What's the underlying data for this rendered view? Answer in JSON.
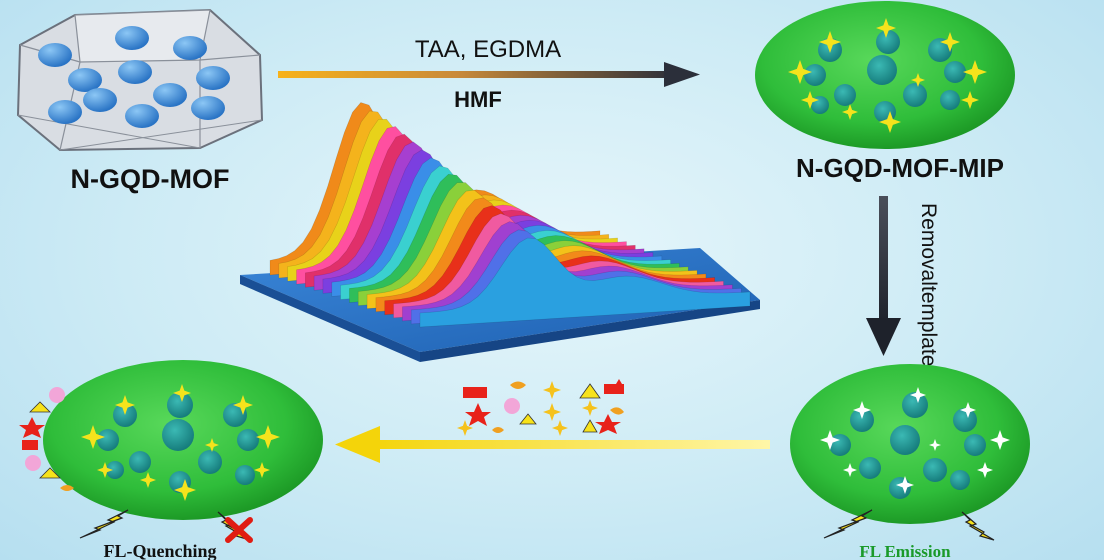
{
  "labels": {
    "mof": "N-GQD-MOF",
    "mip": "N-GQD-MOF-MIP",
    "reagents_top": "TAA, EGDMA",
    "reagents_bottom": "HMF",
    "removal": "Removaltemplate",
    "quenching": "FL-Quenching",
    "emission": "FL Emission"
  },
  "colors": {
    "background": "#cdebf5",
    "sphere_green": "#2fbd3a",
    "dot_teal": "#1f9a9a",
    "mof_dot_blue": "#3b8fd8",
    "emission_text": "#1a9a2a",
    "arrow_dark": "#2b2f3a",
    "arrow_yellow": "#f7e21a"
  },
  "icons": [
    "mof-cage-icon",
    "mip-sphere-icon",
    "spectrum-waterfall-icon",
    "lightning-icon",
    "cross-icon",
    "analyte-shapes-icon"
  ]
}
